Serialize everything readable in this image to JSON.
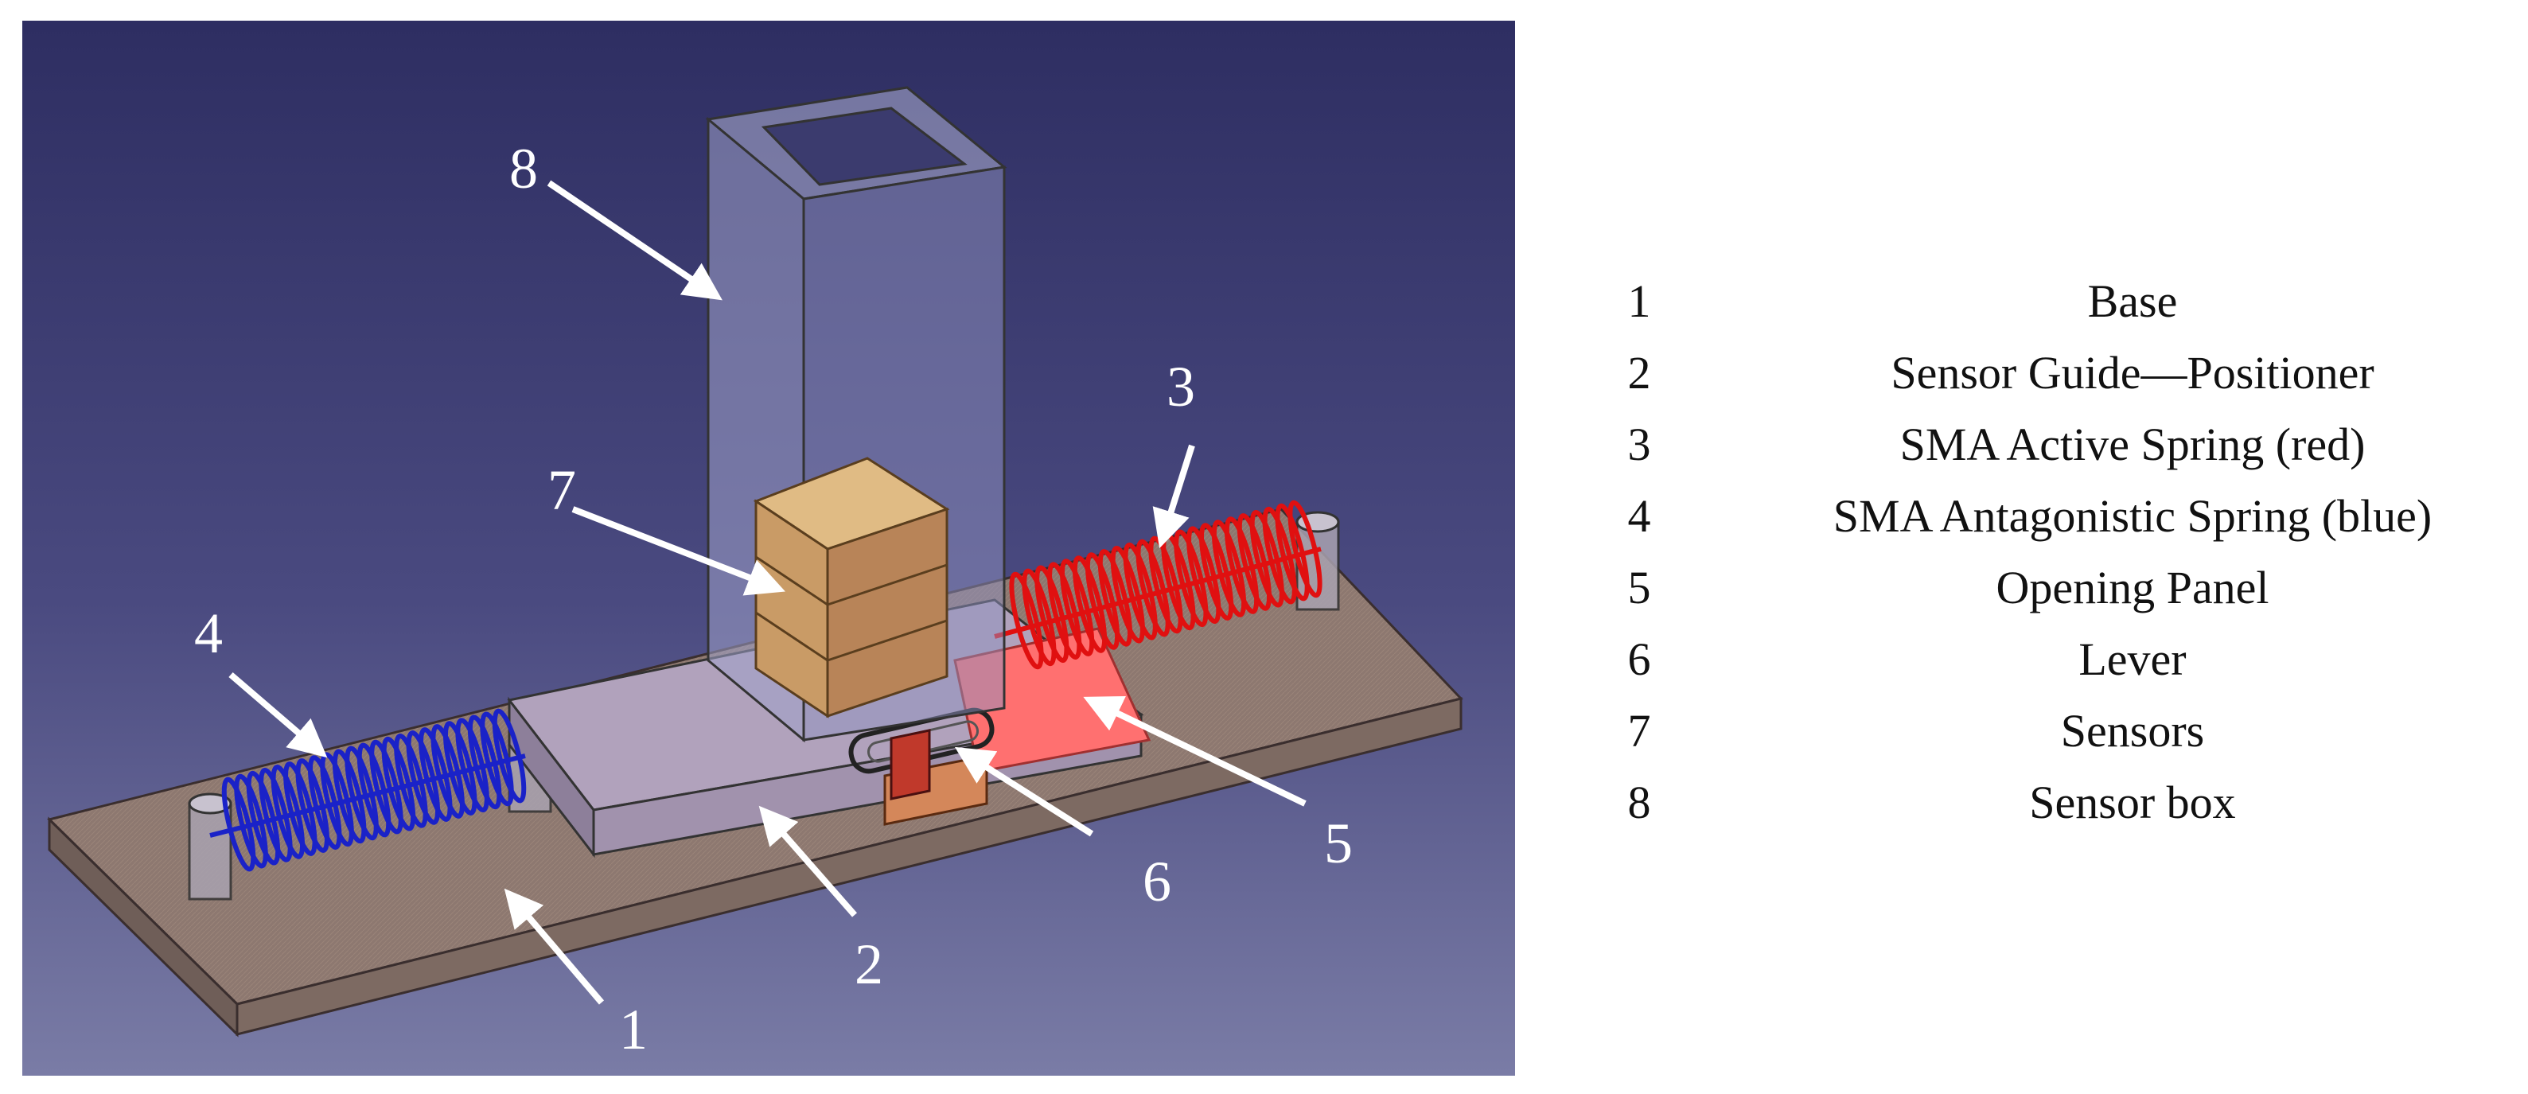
{
  "callouts": {
    "n1": "1",
    "n2": "2",
    "n3": "3",
    "n4": "4",
    "n5": "5",
    "n6": "6",
    "n7": "7",
    "n8": "8"
  },
  "legend": [
    {
      "number": "1",
      "label": "Base"
    },
    {
      "number": "2",
      "label": "Sensor Guide—Positioner"
    },
    {
      "number": "3",
      "label": "SMA Active Spring (red)"
    },
    {
      "number": "4",
      "label": "SMA Antagonistic Spring (blue)"
    },
    {
      "number": "5",
      "label": "Opening Panel"
    },
    {
      "number": "6",
      "label": "Lever"
    },
    {
      "number": "7",
      "label": "Sensors"
    },
    {
      "number": "8",
      "label": "Sensor box"
    }
  ],
  "colors": {
    "bg_top": "#2e2e62",
    "bg_bottom": "#7a7ca6",
    "base": "#8d7870",
    "guide": "#b1a2bc",
    "active_spring": "#e01010",
    "antagonistic_spring": "#1a22c8",
    "opening_panel": "#ff7070",
    "lever": "#c0392b",
    "sensors": "#cfa56e",
    "sensor_box": "#9ea0c8",
    "arrow": "#ffffff"
  }
}
